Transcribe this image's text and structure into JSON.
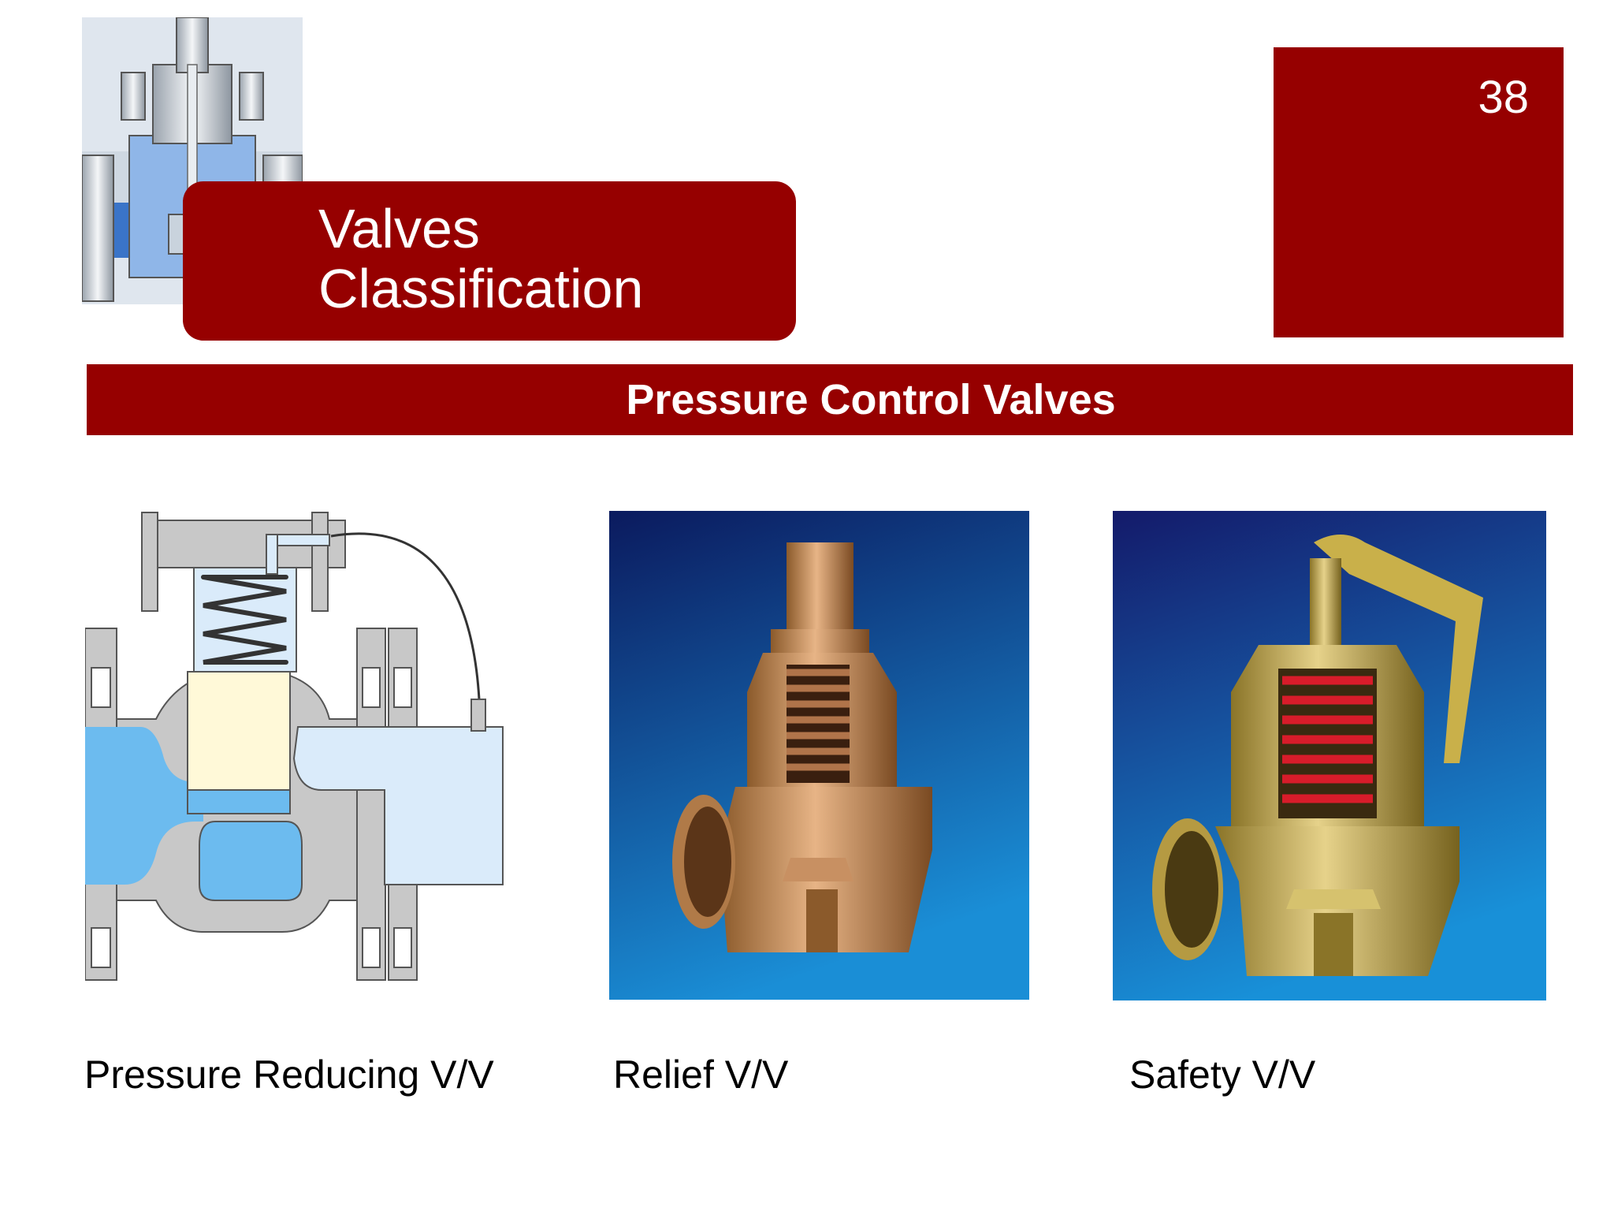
{
  "slide": {
    "page_number": "38",
    "title_line1": "Valves",
    "title_line2": "Classification",
    "section_title": "Pressure Control Valves",
    "colors": {
      "accent": "#960000",
      "background": "#ffffff"
    }
  },
  "figures": [
    {
      "caption": "Pressure Reducing V/V",
      "kind": "cutaway diagram"
    },
    {
      "caption": "Relief V/V",
      "kind": "photo"
    },
    {
      "caption": "Safety V/V",
      "kind": "photo"
    }
  ]
}
